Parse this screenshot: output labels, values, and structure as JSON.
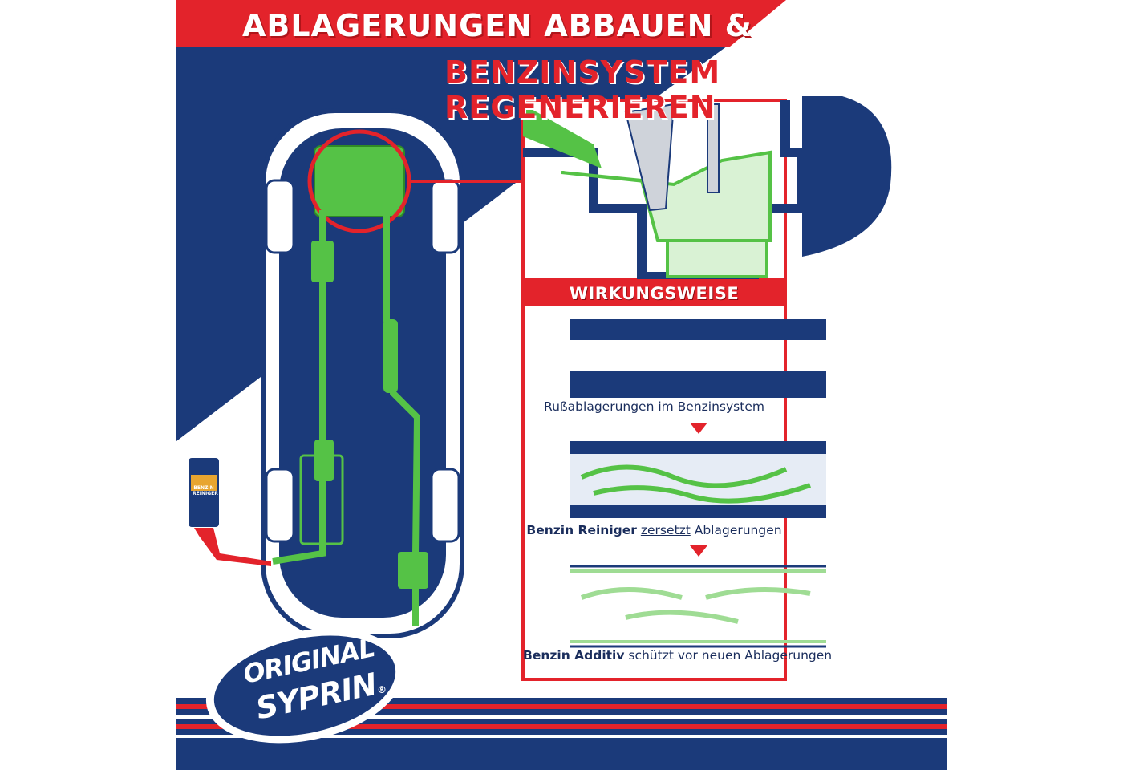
{
  "headline": {
    "line1": "ABLAGERUNGEN ABBAUEN &",
    "line2": "BENZINSYSTEM REGENERIEREN"
  },
  "panel": {
    "title": "WIRKUNGSWEISE",
    "steps": [
      {
        "caption": "Rußablagerungen im Benzinsystem"
      },
      {
        "caption_bold": "Benzin Reiniger",
        "caption_underline": "zersetzt",
        "caption_rest": "Ablagerungen"
      },
      {
        "caption_bold": "Benzin Additiv",
        "caption_rest": "schützt vor neuen Ablagerungen"
      }
    ]
  },
  "logo": {
    "line1": "ORIGINAL",
    "line2": "SYPRIN",
    "mark": "®"
  },
  "product": {
    "label1": "BENZIN",
    "label2": "REINIGER"
  },
  "colors": {
    "navy": "#1b3a7a",
    "red": "#e3232b",
    "green": "#55c246",
    "white": "#ffffff"
  }
}
